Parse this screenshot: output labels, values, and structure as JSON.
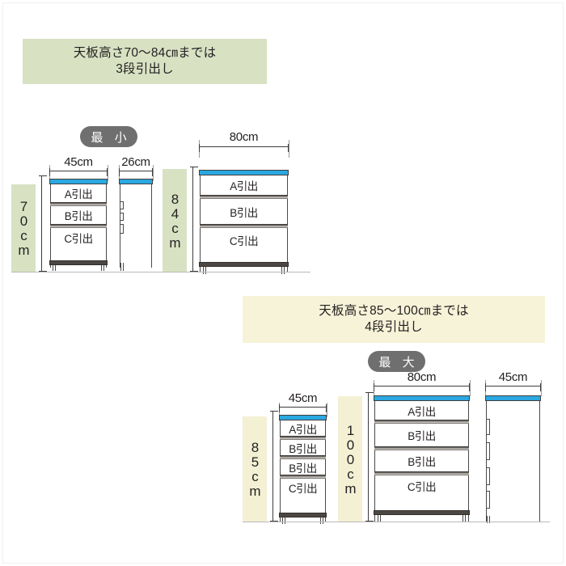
{
  "banners": {
    "top": {
      "line1": "天板高さ70～84㎝までは",
      "line2": "3段引出し",
      "color": "#d8e2c3"
    },
    "bottom": {
      "line1": "天板高さ85～100㎝までは",
      "line2": "4段引出し",
      "color": "#f6f3d8"
    }
  },
  "badges": {
    "min": "最 小",
    "max": "最 大"
  },
  "heights": {
    "h70": "70cm",
    "h84": "84cm",
    "h85": "85cm",
    "h100": "100cm"
  },
  "widths": {
    "w45_a": "45cm",
    "w26": "26cm",
    "w80_a": "80cm",
    "w45_b": "45cm",
    "w80_b": "80cm",
    "w45_c": "45cm"
  },
  "drawer_labels": {
    "a": "A引出",
    "b": "B引出",
    "c": "C引出"
  },
  "units": {
    "top_left_front": {
      "width_label": "45cm",
      "height_label": "70cm",
      "drawers": [
        "A引出",
        "B引出",
        "C引出"
      ]
    },
    "top_left_side": {
      "width_label": "26cm"
    },
    "top_right_front": {
      "width_label": "80cm",
      "height_label": "84cm",
      "drawers": [
        "A引出",
        "B引出",
        "C引出"
      ]
    },
    "bottom_left_front": {
      "width_label": "45cm",
      "height_label": "85cm",
      "drawers": [
        "A引出",
        "B引出",
        "B引出",
        "C引出"
      ]
    },
    "bottom_right_front": {
      "width_label": "80cm",
      "height_label": "100cm",
      "drawers": [
        "A引出",
        "B引出",
        "B引出",
        "C引出"
      ]
    },
    "bottom_right_side": {
      "width_label": "45cm"
    }
  },
  "colors": {
    "top_panel": "#2aa8e2",
    "band_green": "#d8e2c3",
    "band_cream": "#f3f0d4",
    "badge": "#6f6f6f",
    "outline": "#4a4a4a"
  }
}
